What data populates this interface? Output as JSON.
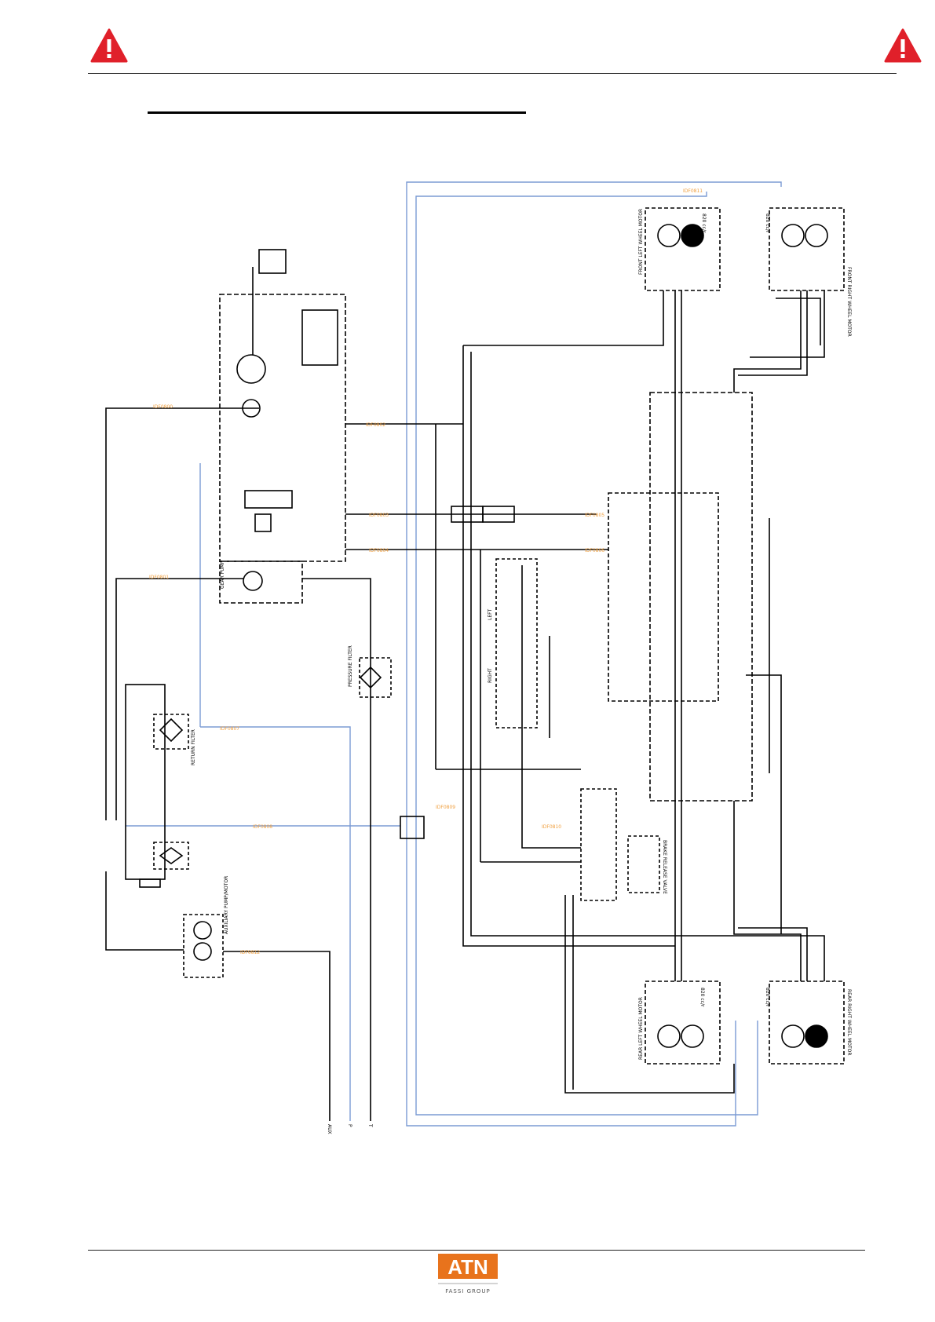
{
  "header": {
    "warning_icon": "warning-triangle-icon",
    "title": ""
  },
  "colors": {
    "line": "#000000",
    "blue_line": "#7b9bd4",
    "label_orange": "#f0a040",
    "warning_red": "#e0202a",
    "logo_orange": "#e8731c"
  },
  "diagram": {
    "motor_labels": {
      "front_left": "FRONT LEFT WHEEL MOTOR",
      "front_right": "FRONT RIGHT WHEEL MOTOR",
      "rear_left": "REAR LEFT WHEEL MOTOR",
      "rear_right": "REAR RIGHT WHEEL MOTOR"
    },
    "displacement": "820 cc/r",
    "component_labels": {
      "main_pump": "GEAR PUMP",
      "pressure_filter": "PRESSURE FILTER",
      "return_filter": "RETURN FILTER",
      "aux_pump": "AUXILIARY PUMP/MOTOR",
      "brake_valve": "BRAKE RELEASE VALVE"
    },
    "left_label": "LEFT",
    "right_label": "RIGHT",
    "line_codes": [
      "IDF0800",
      "IDF0801",
      "IDF0802",
      "IDF0803",
      "IDF0804",
      "IDF0805",
      "IDF0806",
      "IDF0807",
      "IDF0808",
      "IDF0809",
      "IDF0810",
      "IDF0811",
      "IDF0812"
    ],
    "bottom_labels": {
      "aux": "AUX",
      "p": "P",
      "t": "T"
    }
  },
  "footer": {
    "brand": "ATN",
    "brand_sub": "FASSI GROUP"
  }
}
